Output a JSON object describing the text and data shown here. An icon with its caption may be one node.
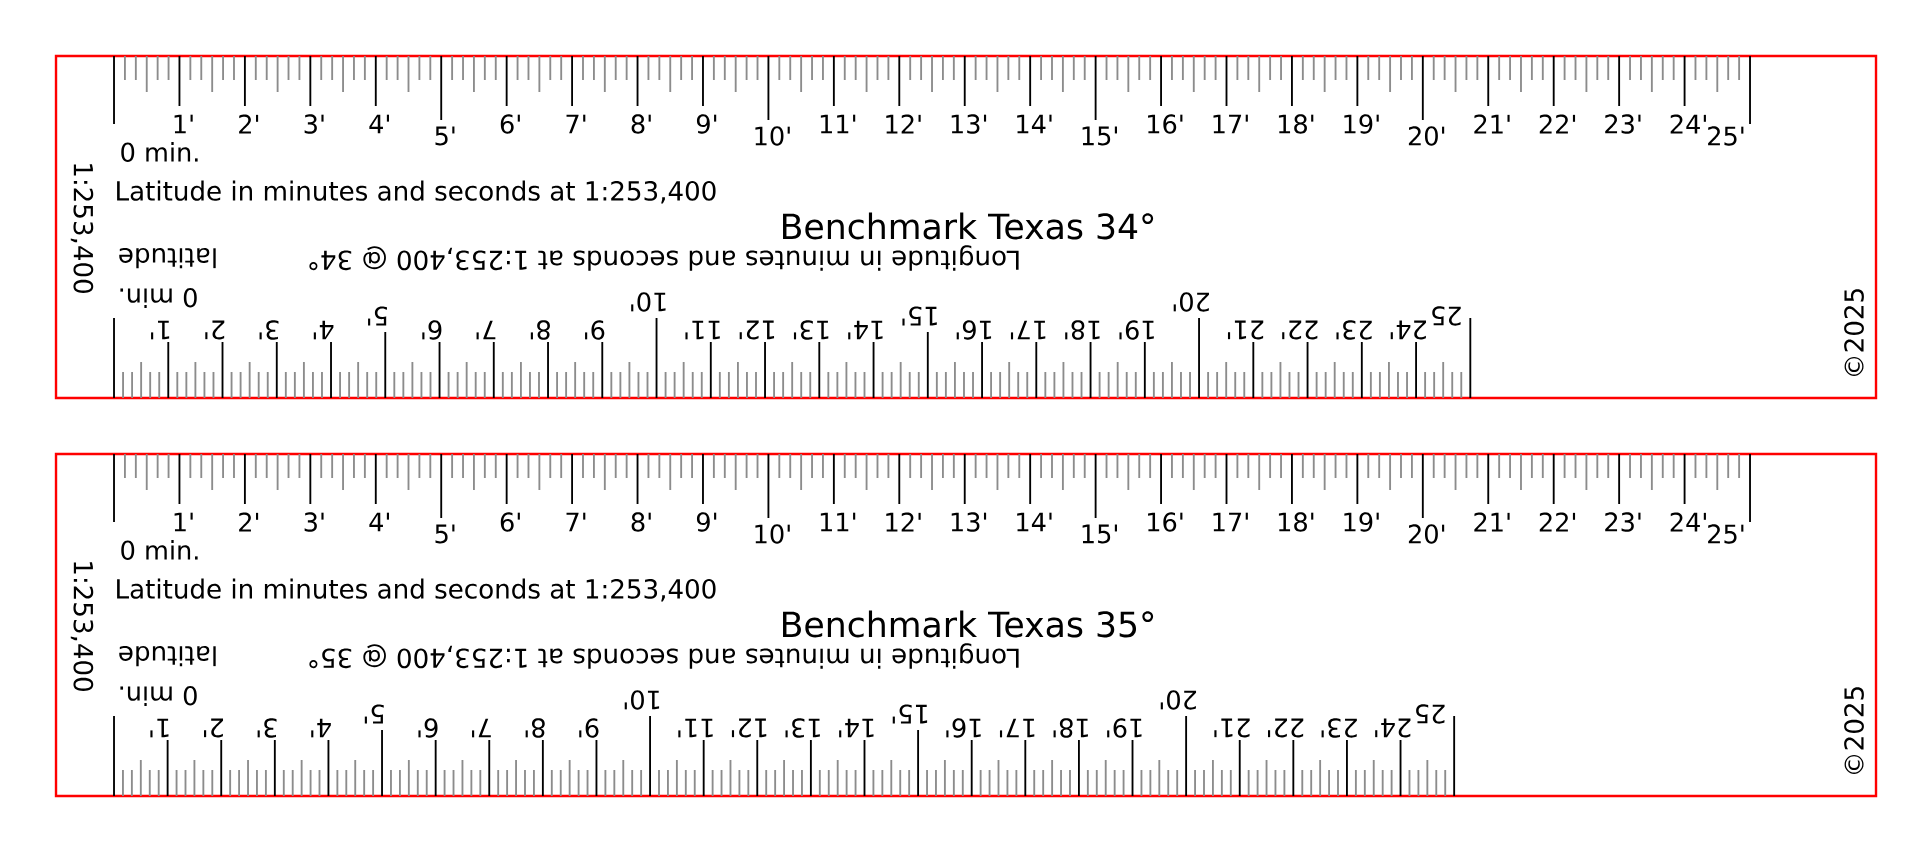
{
  "diagram": {
    "nodes": [
      {
        "text": [
          "Benchmark Texas 34°",
          "Latitude in minutes and seconds at 1:253,400",
          "Longitude in minutes and seconds at 1:253,400 @ 34°",
          "latitude",
          "1:253,400",
          "©2025"
        ]
      },
      {
        "text": [
          "Benchmark Texas 35°",
          "Latitude in minutes and seconds at 1:253,400",
          "Longitude in minutes and seconds at 1:253,400 @ 35°",
          "latitude",
          "1:253,400",
          "©2025"
        ]
      }
    ],
    "labels": [
      "1'",
      "2'",
      "3'",
      "4'",
      "5'",
      "6'",
      "7'",
      "8'",
      "9'",
      "10'",
      "11'",
      "12'",
      "13'",
      "14'",
      "15'",
      "16'",
      "17'",
      "18'",
      "19'",
      "20'",
      "21'",
      "22'",
      "23'",
      "24'",
      "25'",
      "0 min.",
      "0 min.",
      "1'",
      "2'",
      "3'",
      "4'",
      "5'",
      "6'",
      "7'",
      "8'",
      "9'",
      "10'",
      "11'",
      "12'",
      "13'",
      "14'",
      "15'",
      "16'",
      "17'",
      "18'",
      "19'",
      "20'",
      "21'",
      "22'",
      "23'",
      "24'",
      "25",
      "1'",
      "2'",
      "3'",
      "4'",
      "5'",
      "6'",
      "7'",
      "8'",
      "9'",
      "10'",
      "11'",
      "12'",
      "13'",
      "14'",
      "15'",
      "16'",
      "17'",
      "18'",
      "19'",
      "20'",
      "21'",
      "22'",
      "23'",
      "24'",
      "25'",
      "0 min.",
      "0 min.",
      "1'",
      "2'",
      "3'",
      "4'",
      "5'",
      "6'",
      "7'",
      "8'",
      "9'",
      "10'",
      "11'",
      "12'",
      "13'",
      "14'",
      "15'",
      "16'",
      "17'",
      "18'",
      "19'",
      "20'",
      "21'",
      "22'",
      "23'",
      "24'",
      "25"
    ]
  }
}
